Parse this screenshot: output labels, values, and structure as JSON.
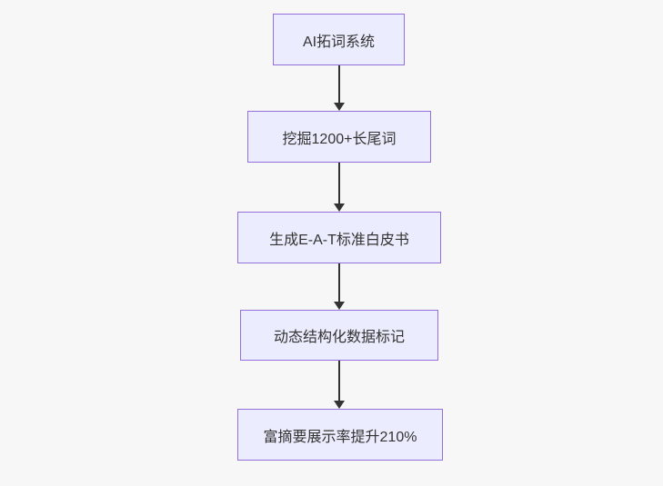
{
  "diagram": {
    "type": "flowchart",
    "direction": "top-down",
    "colors": {
      "background": "#f7f7f7",
      "node_fill": "#ececff",
      "node_border": "#9370db",
      "text": "#333333",
      "arrow": "#333333"
    },
    "nodes": [
      {
        "label": "AI拓词系统"
      },
      {
        "label": "挖掘1200+长尾词"
      },
      {
        "label": "生成E-A-T标准白皮书"
      },
      {
        "label": "动态结构化数据标记"
      },
      {
        "label": "富摘要展示率提升210%"
      }
    ],
    "edges": [
      {
        "from": "AI拓词系统",
        "to": "挖掘1200+长尾词"
      },
      {
        "from": "挖掘1200+长尾词",
        "to": "生成E-A-T标准白皮书"
      },
      {
        "from": "生成E-A-T标准白皮书",
        "to": "动态结构化数据标记"
      },
      {
        "from": "动态结构化数据标记",
        "to": "富摘要展示率提升210%"
      }
    ]
  }
}
